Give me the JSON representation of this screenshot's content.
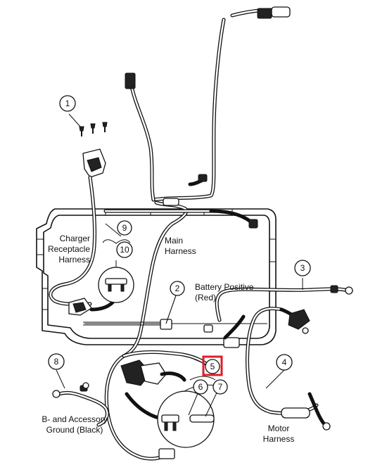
{
  "callouts": {
    "c1": "1",
    "c2": "2",
    "c3": "3",
    "c4": "4",
    "c5": "5",
    "c6": "6",
    "c7": "7",
    "c8": "8",
    "c9": "9",
    "c10": "10"
  },
  "labels": {
    "charger_line1": "Charger",
    "charger_line2": "Receptacle",
    "charger_line3": "Harness",
    "main_line1": "Main",
    "main_line2": "Harness",
    "battery_line1": "Battery Positive",
    "battery_line2": "(Red)",
    "ground_line1": "B- and Accessory",
    "ground_line2": "Ground (Black)",
    "motor_line1": "Motor",
    "motor_line2": "Harness"
  },
  "highlight": {
    "callout": "5",
    "color": "#e11d2a"
  }
}
